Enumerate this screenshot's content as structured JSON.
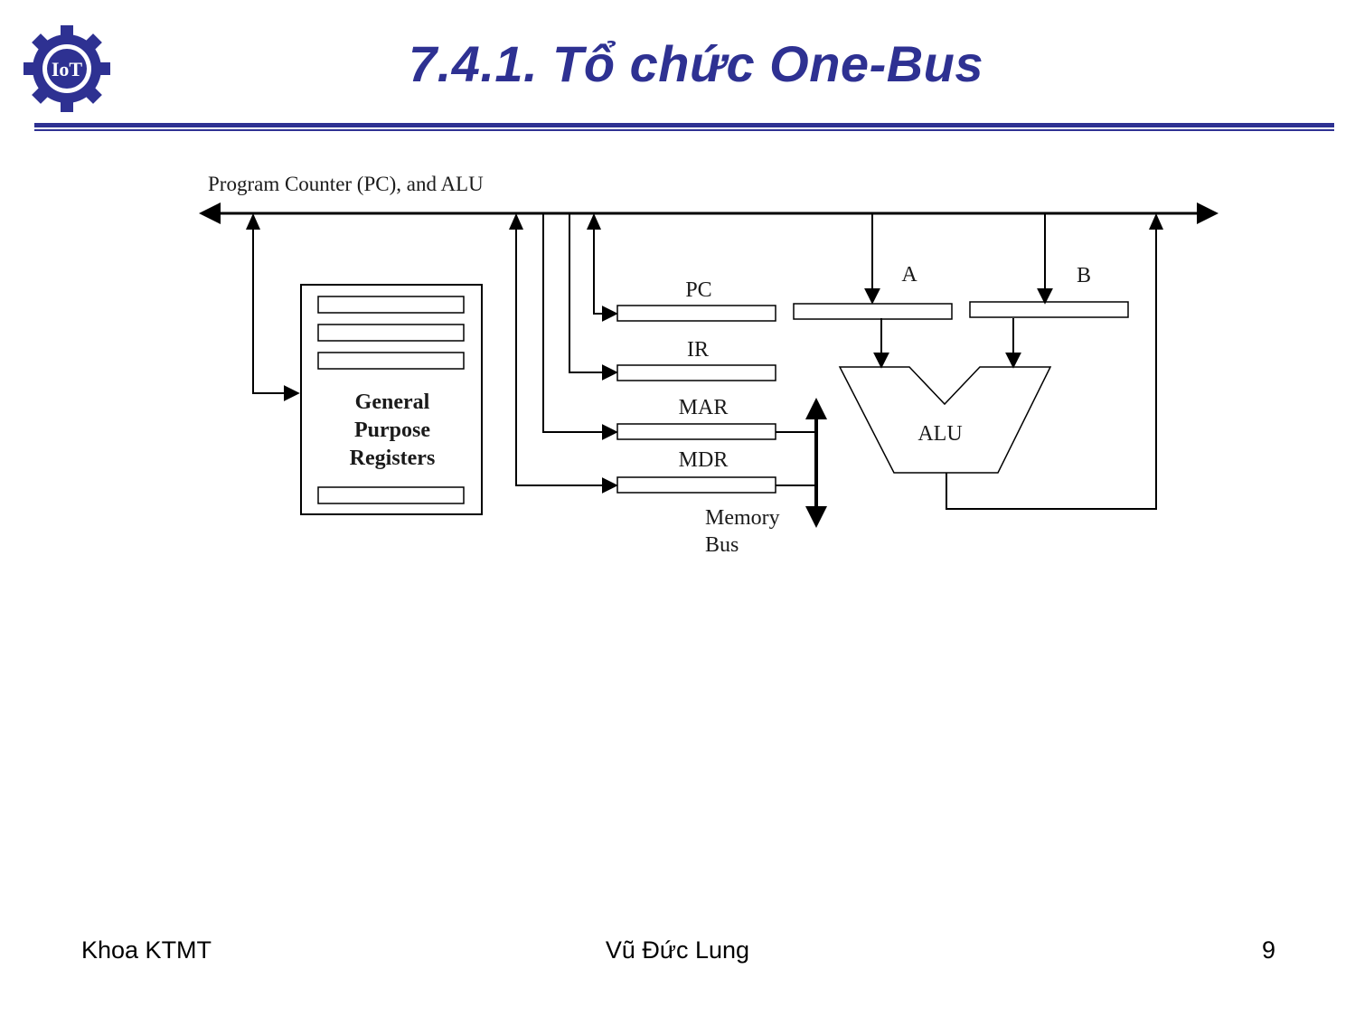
{
  "slide": {
    "title": "7.4.1. Tổ chức One-Bus",
    "logo_text": "IoT",
    "accent_color": "#2e3192"
  },
  "diagram": {
    "bus_label": "Program Counter (PC), and ALU",
    "gpr_label_lines": [
      "General",
      "Purpose",
      "Registers"
    ],
    "registers": {
      "pc": "PC",
      "ir": "IR",
      "mar": "MAR",
      "mdr": "MDR",
      "a": "A",
      "b": "B"
    },
    "alu_label": "ALU",
    "memory_bus_lines": [
      "Memory",
      "Bus"
    ]
  },
  "footer": {
    "left": "Khoa KTMT",
    "center": "Vũ Đức Lung",
    "page": "9"
  }
}
